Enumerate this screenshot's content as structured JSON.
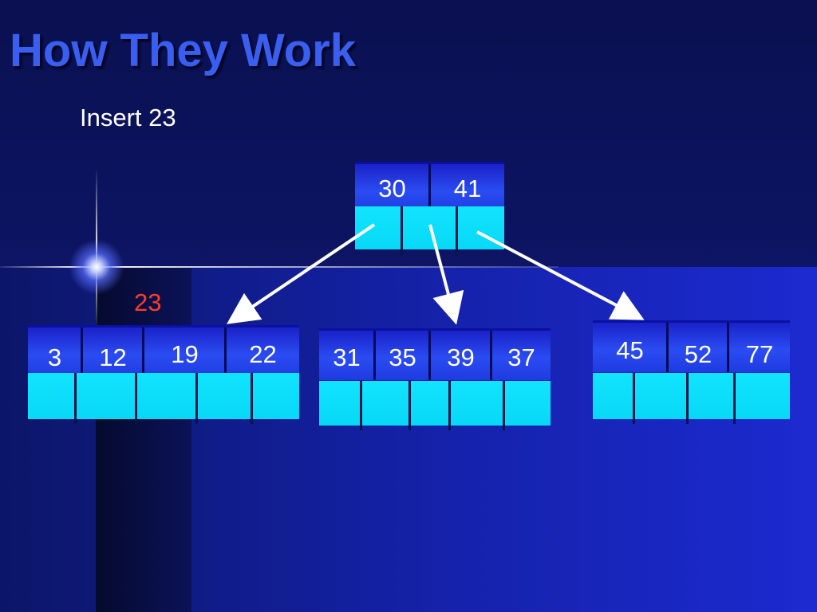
{
  "slide": {
    "title": "How They Work",
    "subtitle": "Insert 23",
    "new_key": "23"
  },
  "colors": {
    "title": "#3a5ff0",
    "new_key": "#ff3b2a",
    "key_cell": "#2a4cf2",
    "pointer_cell": "#12e4ff",
    "arrow": "#ffffff"
  },
  "tree": {
    "root": {
      "keys": [
        "30",
        "41"
      ]
    },
    "children": [
      {
        "keys": [
          "3",
          "12",
          "19",
          "22"
        ]
      },
      {
        "keys": [
          "31",
          "35",
          "39",
          "37"
        ]
      },
      {
        "keys": [
          "45",
          "52",
          "77"
        ]
      }
    ]
  }
}
